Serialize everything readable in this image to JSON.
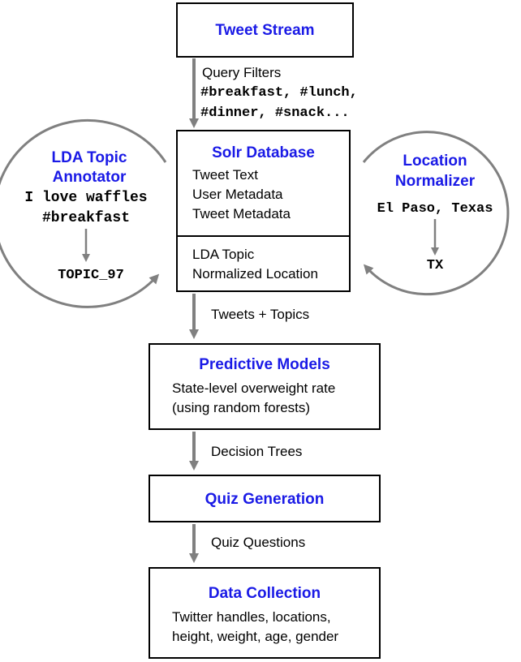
{
  "tweet_stream": {
    "title": "Tweet Stream"
  },
  "query_filters": {
    "label": "Query Filters",
    "line1": "#breakfast, #lunch,",
    "line2": "#dinner, #snack..."
  },
  "solr": {
    "title": "Solr Database",
    "fields": [
      "Tweet Text",
      "User Metadata",
      "Tweet Metadata"
    ],
    "annotations": [
      "LDA Topic",
      "Normalized Location"
    ]
  },
  "lda": {
    "title_line1": "LDA Topic",
    "title_line2": "Annotator",
    "example_line1": "I love waffles",
    "example_line2": "#breakfast",
    "output": "TOPIC_97"
  },
  "location": {
    "title_line1": "Location",
    "title_line2": "Normalizer",
    "example": "El Paso, Texas",
    "output": "TX"
  },
  "edges": {
    "tweets_topics": "Tweets + Topics",
    "decision_trees": "Decision Trees",
    "quiz_questions": "Quiz Questions"
  },
  "predictive": {
    "title": "Predictive Models",
    "line1": "State-level overweight rate",
    "line2": "(using random forests)"
  },
  "quiz": {
    "title": "Quiz Generation"
  },
  "collection": {
    "title": "Data Collection",
    "line1": "Twitter handles, locations,",
    "line2": "height, weight, age, gender"
  },
  "colors": {
    "title": "#1a1ae6",
    "arrow": "#808080",
    "border": "#000000"
  }
}
